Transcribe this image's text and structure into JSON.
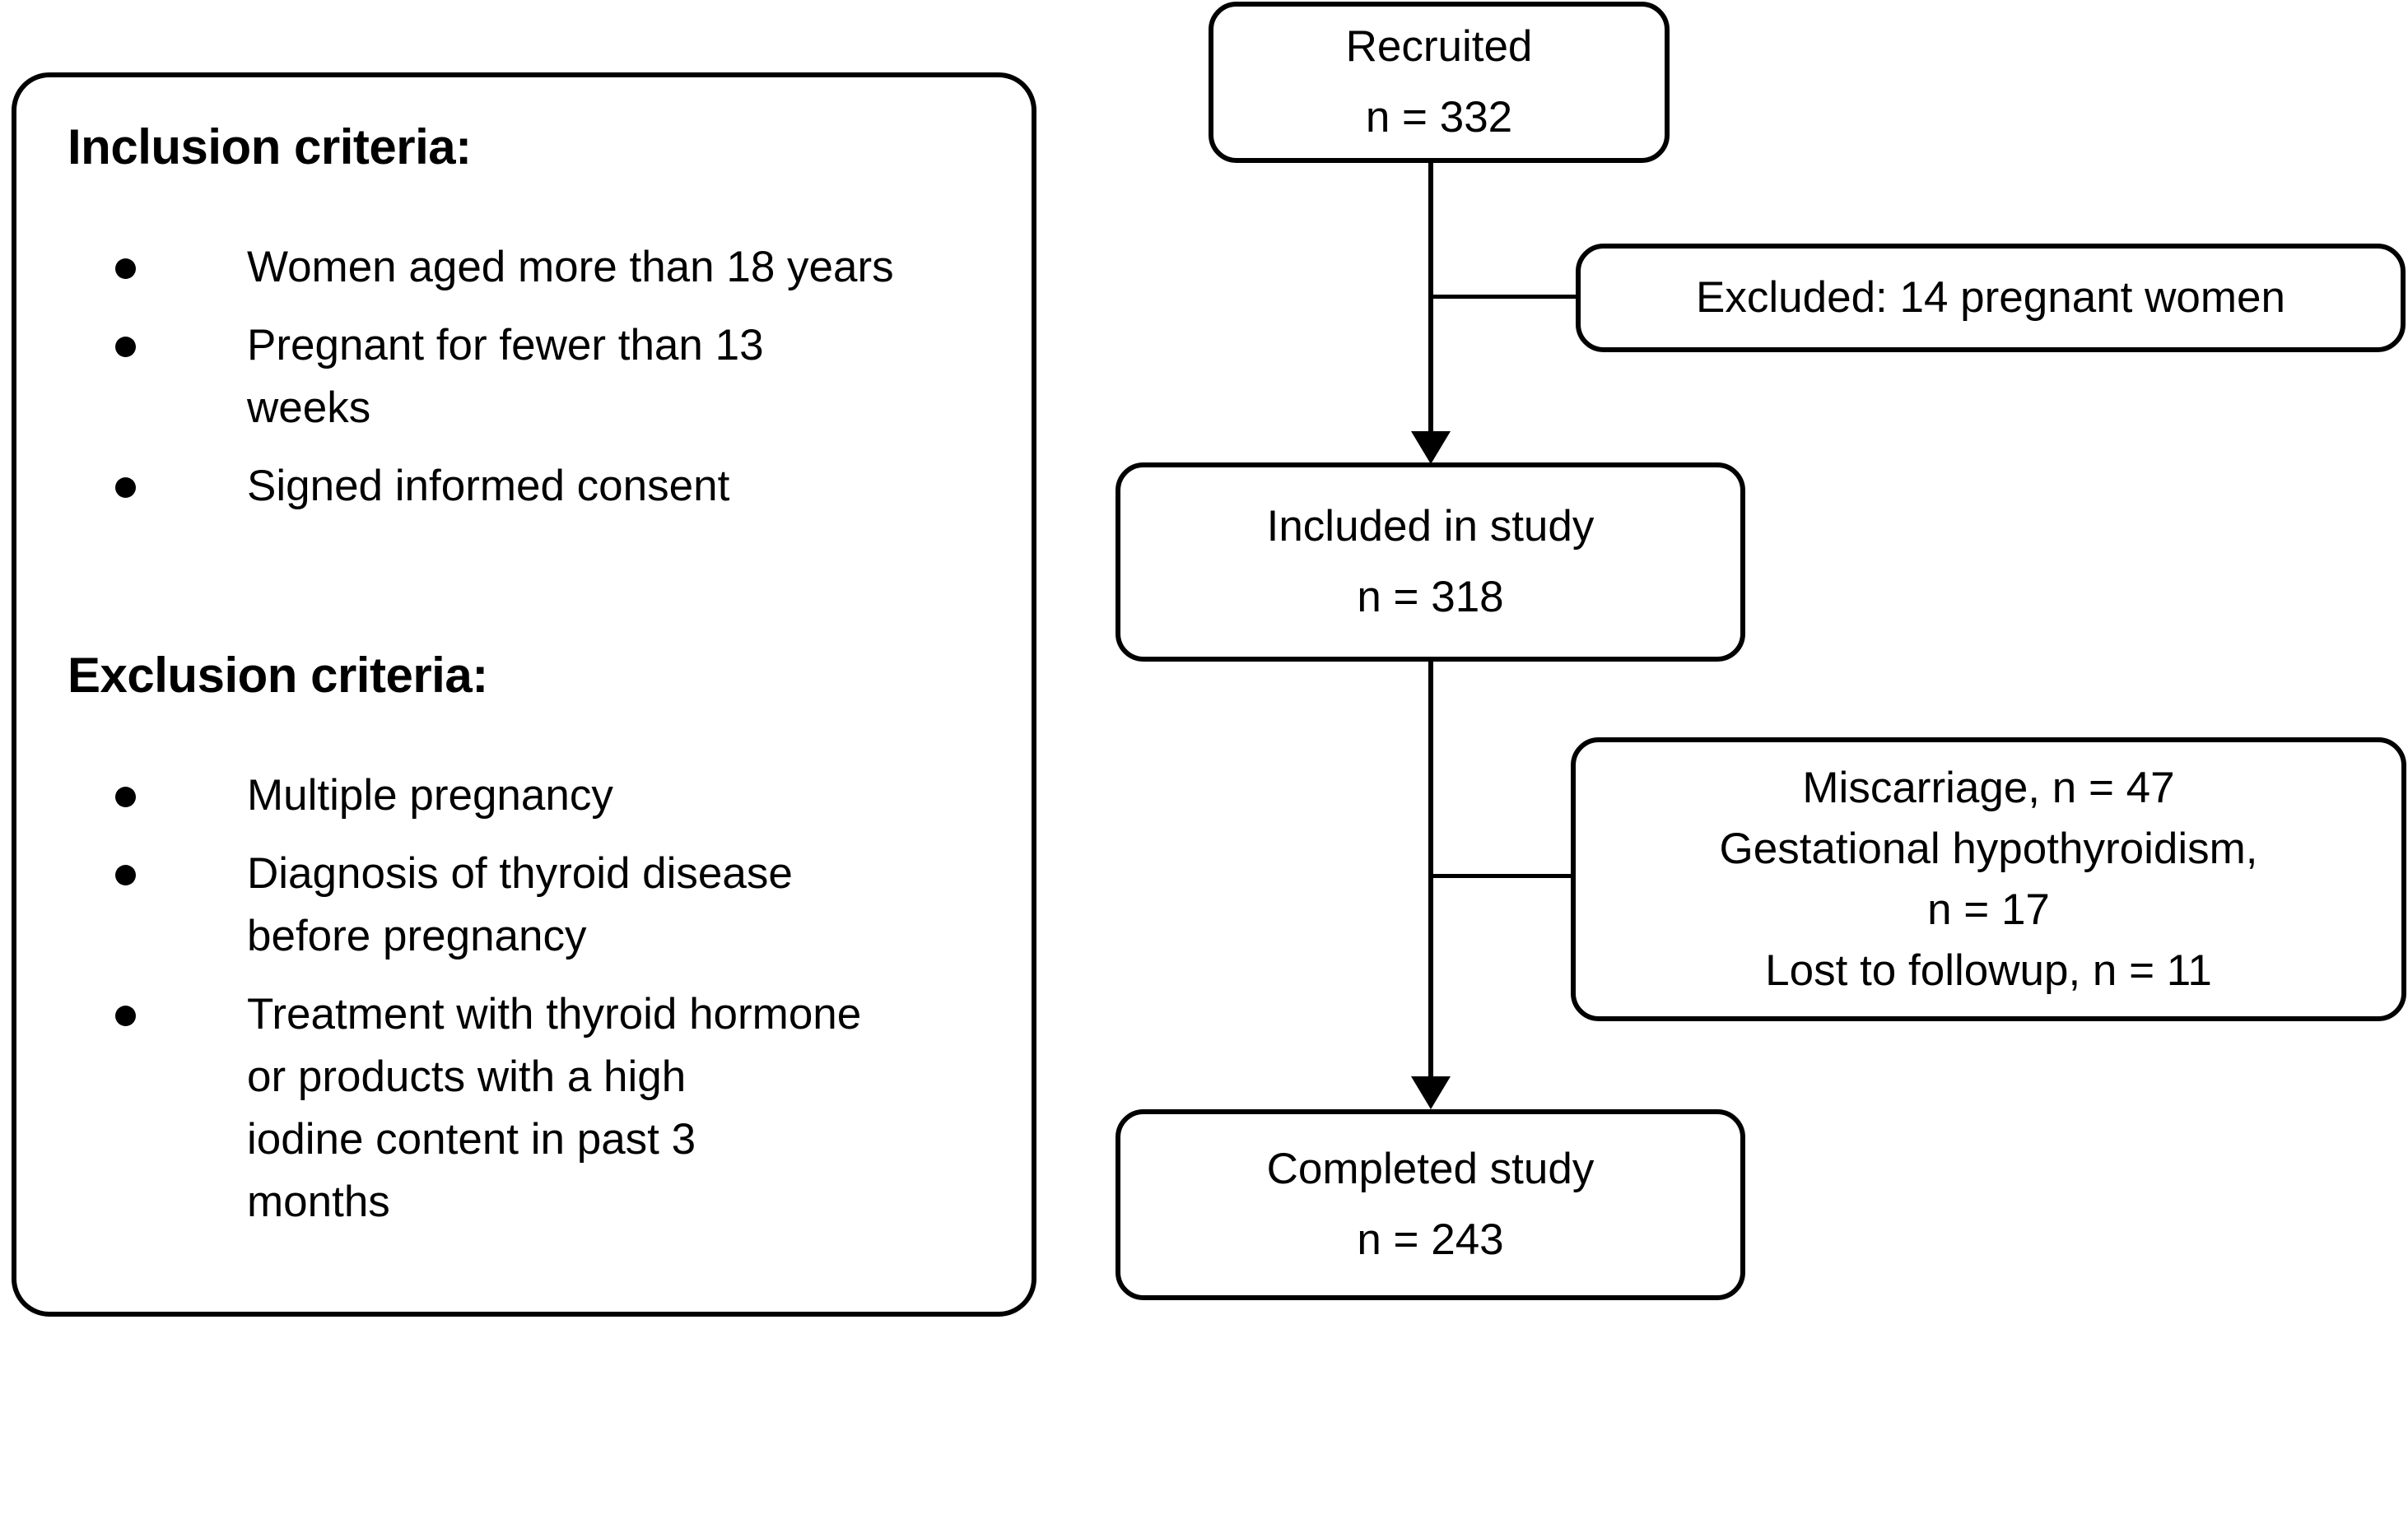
{
  "criteria_panel": {
    "inclusion": {
      "heading": "Inclusion criteria:",
      "items": [
        "Women aged more than 18 years",
        "Pregnant for fewer than 13\nweeks",
        "Signed informed consent"
      ]
    },
    "exclusion": {
      "heading": "Exclusion criteria:",
      "items": [
        "Multiple pregnancy",
        "Diagnosis of thyroid disease\nbefore pregnancy",
        "Treatment with thyroid hormone\nor products with a high\niodine content in past 3\nmonths"
      ]
    }
  },
  "flowchart": {
    "recruited": {
      "label": "Recruited",
      "count": "n = 332"
    },
    "excluded": {
      "label": "Excluded: 14 pregnant women"
    },
    "included": {
      "label": "Included in study",
      "count": "n = 318"
    },
    "attrition": {
      "line1": "Miscarriage, n = 47",
      "line2": "Gestational hypothyroidism,",
      "line3": "n = 17",
      "line4": "Lost to followup, n = 11"
    },
    "completed": {
      "label": "Completed study",
      "count": "n = 243"
    }
  },
  "colors": {
    "stroke": "#000000",
    "background": "#ffffff"
  }
}
